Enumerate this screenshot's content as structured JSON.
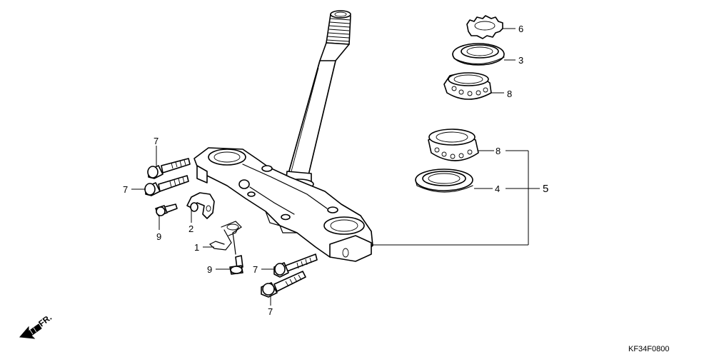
{
  "callouts": [
    {
      "id": "6-upper",
      "text": "6"
    },
    {
      "id": "3-upper",
      "text": "3"
    },
    {
      "id": "8-upper",
      "text": "8"
    },
    {
      "id": "8-lower",
      "text": "8"
    },
    {
      "id": "4",
      "text": "4"
    },
    {
      "id": "5",
      "text": "5"
    },
    {
      "id": "7-top",
      "text": "7"
    },
    {
      "id": "7-left",
      "text": "7"
    },
    {
      "id": "9-left",
      "text": "9"
    },
    {
      "id": "2",
      "text": "2"
    },
    {
      "id": "1",
      "text": "1"
    },
    {
      "id": "9-bottom",
      "text": "9"
    },
    {
      "id": "7-mid",
      "text": "7"
    },
    {
      "id": "7-bottom",
      "text": "7"
    }
  ],
  "front_arrow_label": "FR.",
  "diagram_code": "KF34F0800"
}
